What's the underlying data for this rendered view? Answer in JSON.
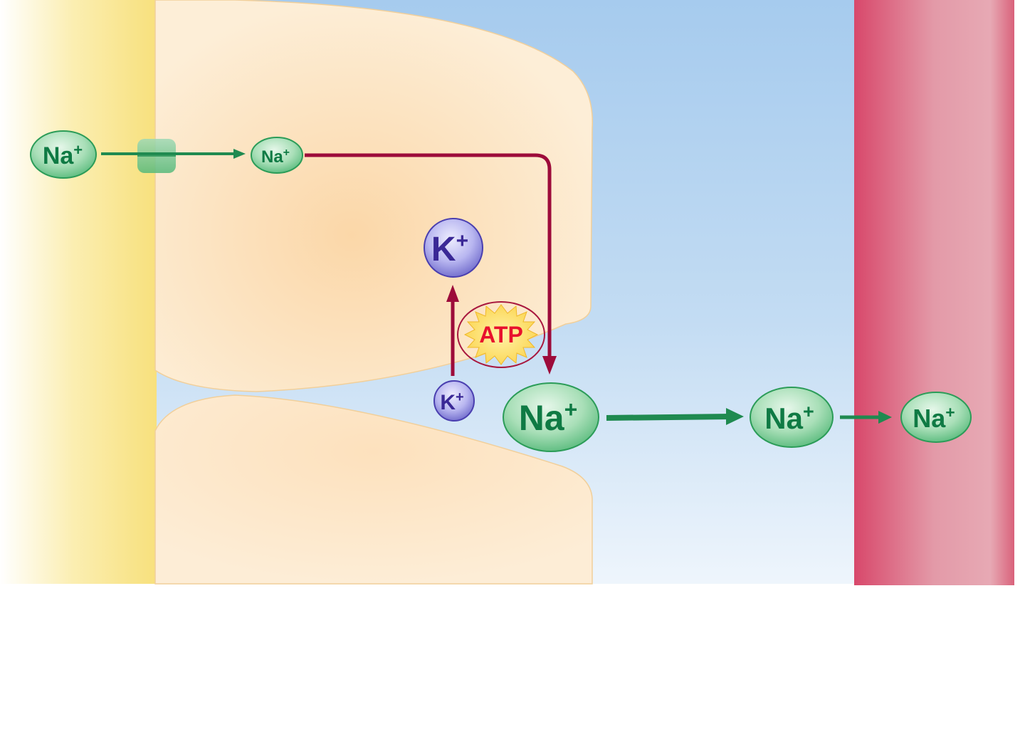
{
  "colors": {
    "lumen": "#f7e07a",
    "cell": "#fde3c0",
    "interstitial": "#a9cdee",
    "capillary": "#d9506f",
    "na_ion": "#2b9c58",
    "k_ion": "#3f2b9e",
    "atp": "#e8112d",
    "transport_arrow": "#9d0b3a"
  },
  "ions": {
    "na_lumen": {
      "symbol": "Na",
      "charge": "+"
    },
    "na_cell": {
      "symbol": "Na",
      "charge": "+"
    },
    "k_cell": {
      "symbol": "K",
      "charge": "+"
    },
    "k_out": {
      "symbol": "K",
      "charge": "+"
    },
    "na_pumped": {
      "symbol": "Na",
      "charge": "+"
    },
    "na_interstitial": {
      "symbol": "Na",
      "charge": "+"
    },
    "na_blood": {
      "symbol": "Na",
      "charge": "+"
    }
  },
  "atp": {
    "label": "ATP"
  }
}
